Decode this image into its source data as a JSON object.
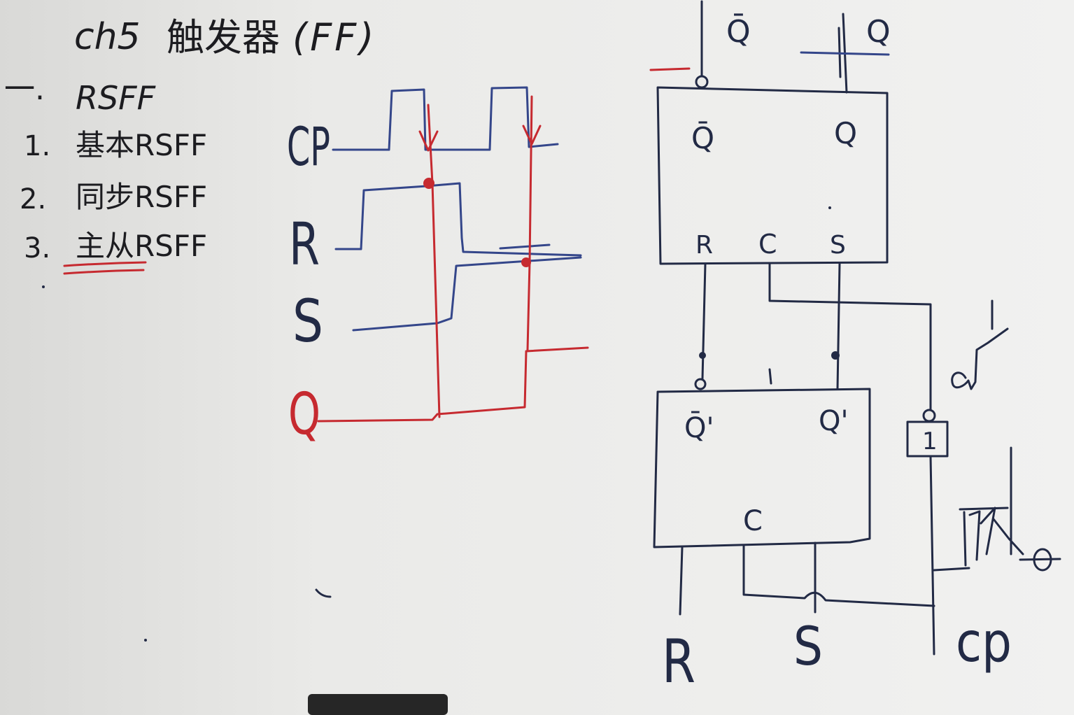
{
  "colors": {
    "board": "#ebebe9",
    "ink_black": "#1c1c20",
    "ink_navy": "#222a45",
    "ink_blue": "#34468a",
    "ink_red": "#c62a30"
  },
  "title": {
    "chapter": "ch5",
    "name": "触发器",
    "abbr": "(FF)"
  },
  "outline": {
    "section_number": "一.",
    "section_label": "RSFF",
    "items": [
      {
        "number": "1.",
        "label": "基本RSFF"
      },
      {
        "number": "2.",
        "label": "同步RSFF"
      },
      {
        "number": "3.",
        "label": "主从RSFF"
      }
    ]
  },
  "timing": {
    "cp": "CP",
    "r": "R",
    "s": "S",
    "q": "Q"
  },
  "circuit": {
    "outputs": {
      "q_bar": "Q̄",
      "q": "Q"
    },
    "slave": {
      "q_bar": "Q̄",
      "q": "Q",
      "r": "R",
      "c": "C",
      "s": "S"
    },
    "master": {
      "q_bar": "Q̄'",
      "q": "Q'",
      "c": "C"
    },
    "inverter": "1",
    "inputs": {
      "r": "R",
      "s": "S",
      "cp": "cp"
    }
  }
}
